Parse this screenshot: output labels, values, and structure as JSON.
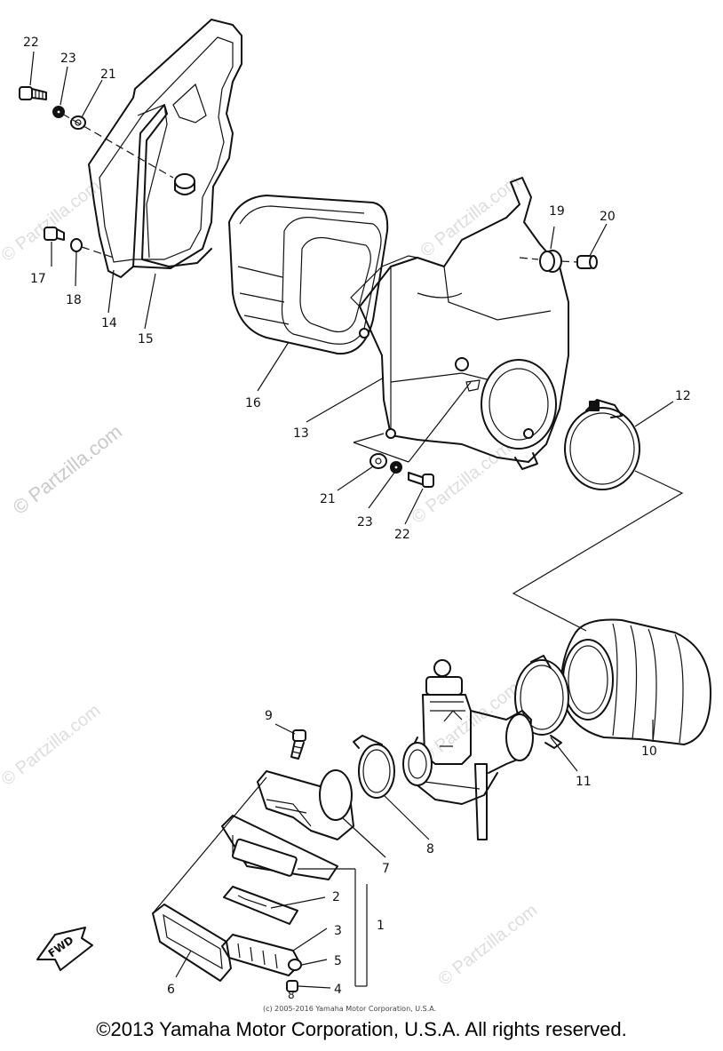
{
  "watermarks": [
    "© Partzilla.com",
    "© Partzilla.com",
    "© Partzilla.com",
    "© Partzilla.com",
    "© Partzilla.com",
    "© Partzilla.com",
    "© Partzilla.com"
  ],
  "callouts": {
    "c1": "1",
    "c2": "2",
    "c3": "3",
    "c4": "4",
    "c5": "5",
    "c6": "6",
    "c7": "7",
    "c8": "8",
    "c8b": "8",
    "c9": "9",
    "c10": "10",
    "c11": "11",
    "c12": "12",
    "c13": "13",
    "c14": "14",
    "c15": "15",
    "c16": "16",
    "c17": "17",
    "c18": "18",
    "c19": "19",
    "c20": "20",
    "c21a": "21",
    "c21b": "21",
    "c22a": "22",
    "c22b": "22",
    "c23a": "23",
    "c23b": "23"
  },
  "fwd_label": "FWD",
  "small_copyright": "(c) 2005-2016 Yamaha Motor Corporation, U.S.A.",
  "copyright": "©2013 Yamaha Motor Corporation, U.S.A. All rights reserved."
}
